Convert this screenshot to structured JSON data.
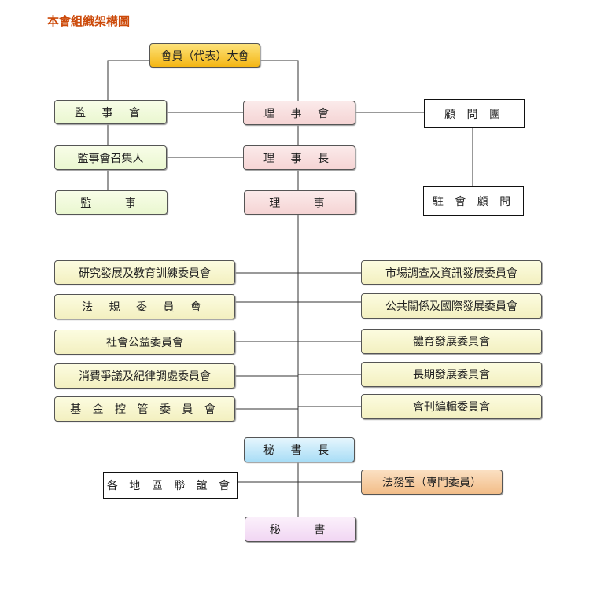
{
  "title": "本會組織架構圖",
  "nodes": {
    "assembly": "會員（代表）大會",
    "supervisors_board": "監 事 會",
    "directors_board": "理 事 會",
    "advisory_group": "顧 問 團",
    "supervisor_convener": "監事會召集人",
    "chairman": "理 事 長",
    "supervisors": "監　 事",
    "directors": "理　 事",
    "resident_advisor": "駐 會 顧 問",
    "secretary_general": "秘 書 長",
    "regional_associations": "各 地 區 聯 誼 會",
    "legal_office": "法務室（專門委員）",
    "secretary": "秘　 書"
  },
  "committees_left": [
    "研究發展及教育訓練委員會",
    "法 規 委 員 會",
    "社會公益委員會",
    "消費爭議及紀律調處委員會",
    "基 金 控 管 委 員 會"
  ],
  "committees_right": [
    "市場調查及資訊發展委員會",
    "公共關係及國際發展委員會",
    "體育發展委員會",
    "長期發展委員會",
    "會刊編輯委員會"
  ]
}
